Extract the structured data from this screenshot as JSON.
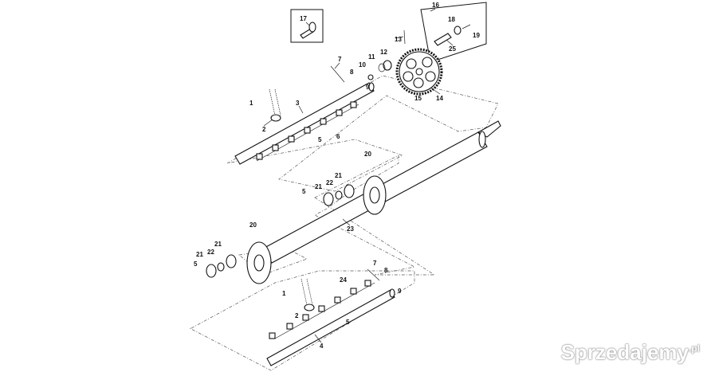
{
  "diagram": {
    "labels": {
      "l17": "17",
      "l16": "16",
      "l18": "18",
      "l19": "19",
      "l25": "25",
      "l13": "13",
      "l11": "11",
      "l12": "12",
      "l10": "10",
      "l7a": "7",
      "l8a": "8",
      "l9a": "9",
      "l14": "14",
      "l15": "15",
      "l1a": "1",
      "l3": "3",
      "l2a": "2",
      "l6": "6",
      "l5a": "5",
      "l20a": "20",
      "l21a": "21",
      "l22a": "22",
      "l21b": "21",
      "l5b": "5",
      "l23": "23",
      "l20b": "20",
      "l21c": "21",
      "l22b": "22",
      "l21d": "21",
      "l5c": "5",
      "l7b": "7",
      "l8b": "8",
      "l24": "24",
      "l9b": "9",
      "l1b": "1",
      "l2b": "2",
      "l5d": "5",
      "l4": "4"
    }
  },
  "watermark": {
    "text": "Sprzedajemy",
    "suffix": ".pl"
  }
}
